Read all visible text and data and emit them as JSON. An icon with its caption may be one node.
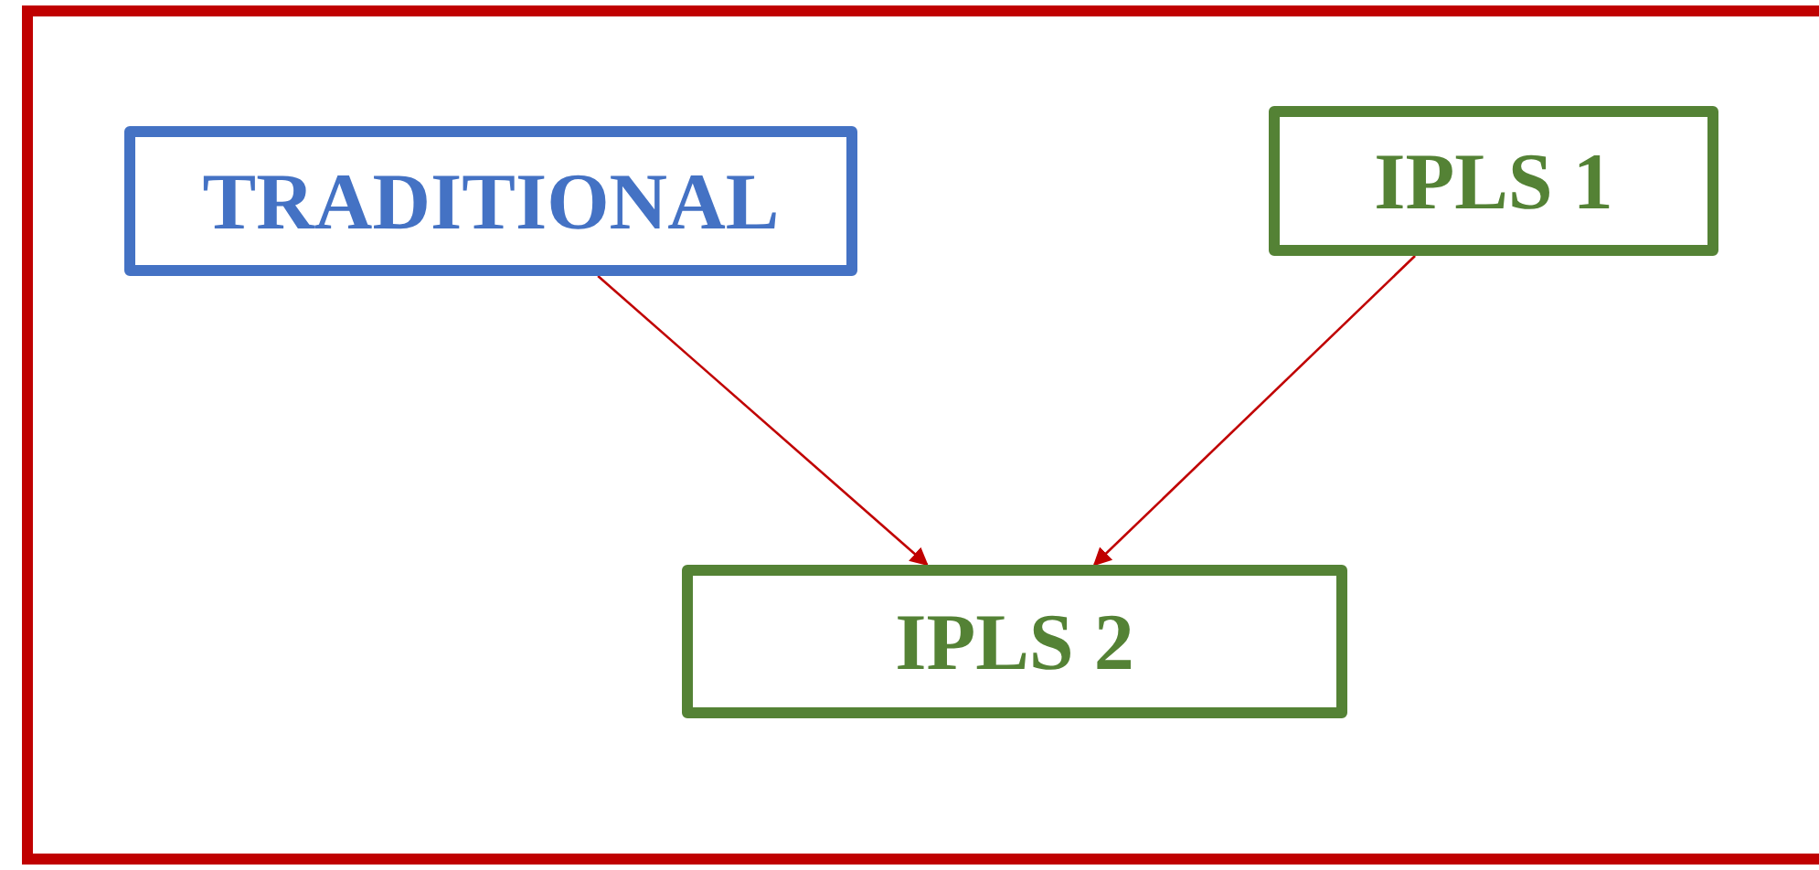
{
  "diagram": {
    "nodes": [
      {
        "text": [
          "TRADITIONAL"
        ]
      },
      {
        "text": [
          "IPLS 1"
        ]
      },
      {
        "text": [
          "IPLS 2"
        ]
      }
    ],
    "edges": [
      {
        "from": 0,
        "to": 2,
        "arrow": "to"
      },
      {
        "from": 1,
        "to": 2,
        "arrow": "to"
      }
    ]
  }
}
